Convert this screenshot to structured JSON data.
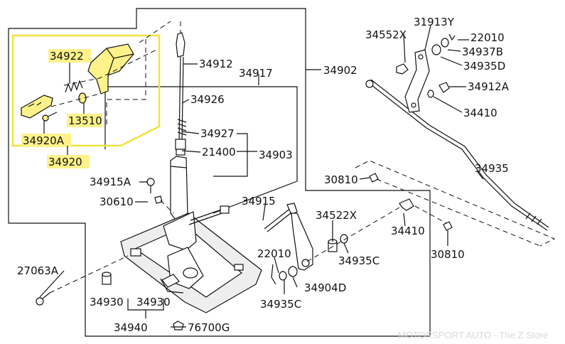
{
  "colors": {
    "highlight": "#fff28a",
    "frame_highlight": "#f2e33a",
    "ink": "#111111"
  },
  "parts": {
    "p34922": "34922",
    "p13510": "13510",
    "p34920A": "34920A",
    "p34920": "34920",
    "p34912": "34912",
    "p34917": "34917",
    "p34902": "34902",
    "p34926": "34926",
    "p34927": "34927",
    "p21400": "21400",
    "p34903": "34903",
    "p34915A": "34915A",
    "p30610": "30610",
    "p34915": "34915",
    "p27063A": "27063A",
    "p34930a": "34930",
    "p34930b": "34930",
    "p34940": "34940",
    "p76700G": "76700G",
    "p22010a": "22010",
    "p34935Ca": "34935C",
    "p34904D": "34904D",
    "p34522X": "34522X",
    "p34935Cb": "34935C",
    "p34410a": "34410",
    "p30810a": "30810",
    "p30810b": "30810",
    "p34935": "34935",
    "p34552X": "34552X",
    "p31913Y": "31913Y",
    "p22010b": "22010",
    "p34937B": "34937B",
    "p34935D": "34935D",
    "p34912A": "34912A",
    "p34410b": "34410"
  },
  "watermark": "MOTORSPORT AUTO - The Z Store"
}
